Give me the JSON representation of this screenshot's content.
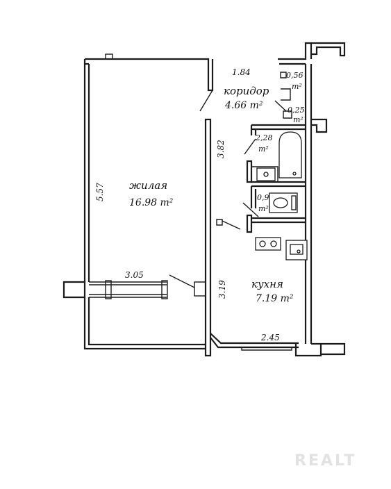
{
  "rooms": {
    "living": {
      "name": "жилая",
      "area": "16.98 m²"
    },
    "corridor": {
      "name": "коридор",
      "area": "4.66 m²"
    },
    "kitchen": {
      "name": "кухня",
      "area": "7.19 m²"
    }
  },
  "small_areas": {
    "closet_a": {
      "value": "0,56",
      "unit": "m²"
    },
    "closet_b": {
      "value": "0,25",
      "unit": "m²"
    },
    "bath": {
      "value": "2,28",
      "unit": "m²"
    },
    "wc": {
      "value": "0,9",
      "unit": "m²"
    }
  },
  "dimensions": {
    "living_height": "5.57",
    "living_width": "3.05",
    "corridor_width": "1.84",
    "corridor_depth": "3.82",
    "kitchen_depth": "3.19",
    "kitchen_width": "2.45"
  },
  "watermark": "REALT"
}
